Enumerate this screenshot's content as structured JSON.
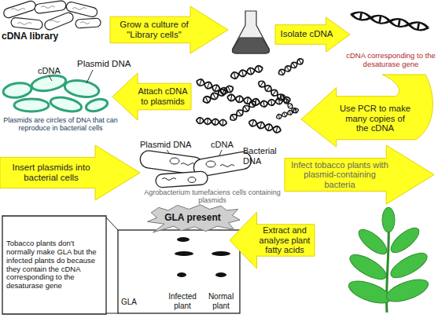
{
  "diagram": {
    "nodes": [
      {
        "text": [
          "Grow a culture of \"Library cells\""
        ]
      },
      {
        "text": [
          "Isolate cDNA"
        ]
      },
      {
        "text": [
          "Use PCR to make many copies of the cDNA"
        ]
      },
      {
        "text": [
          "Attach cDNA to plasmids"
        ]
      },
      {
        "text": [
          "Insert plasmids into bacterial cells"
        ]
      },
      {
        "text": [
          "Infect tobacco plants with plasmid-containing bacteria"
        ]
      },
      {
        "text": [
          "Extract and analyse plant fatty acids"
        ]
      },
      {
        "text": [
          "Tobacco plants don't normally make GLA but the infected plants do because they contain the cDNA corresponding to the desaturase gene"
        ]
      },
      {
        "text": [
          "GLA present"
        ]
      }
    ],
    "labels": [
      "cDNA library",
      "cDNA",
      "Plasmid DNA",
      "Plasmids are circles of DNA that can reproduce in bacterial cells",
      "cDNA corresponding to the desaturase gene",
      "Plasmid DNA",
      "cDNA",
      "Bacterial DNA",
      "Agrobacterium tumefaciens cells containing plasmids",
      "GLA",
      "Infected plant",
      "Normal plant"
    ]
  }
}
